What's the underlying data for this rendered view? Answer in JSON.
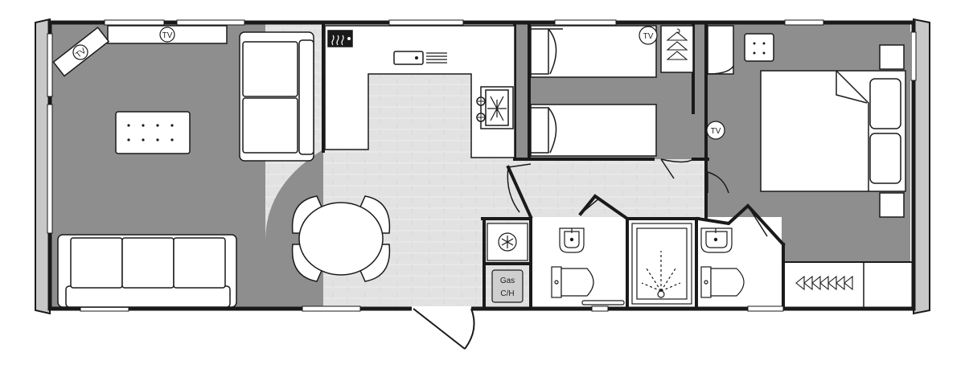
{
  "labels": {
    "tv": "TV",
    "gas_line1": "Gas",
    "gas_line2": "C/H"
  },
  "icons": {
    "tv": "tv-icon",
    "hob": "hob-icon",
    "sink": "sink-icon",
    "fridge": "snowflake-icon",
    "boiler": "gas-boiler-icon",
    "hanger": "coat-hanger-icon",
    "radiator": "radiator-icon",
    "shower": "shower-icon"
  },
  "colors": {
    "wall": "#1a1a1a",
    "carpet": "#8e8e8e",
    "floor": "#e4e4e4",
    "furniture": "#ffffff",
    "window": "#ffffff",
    "end_panel": "#c8c8c8"
  }
}
